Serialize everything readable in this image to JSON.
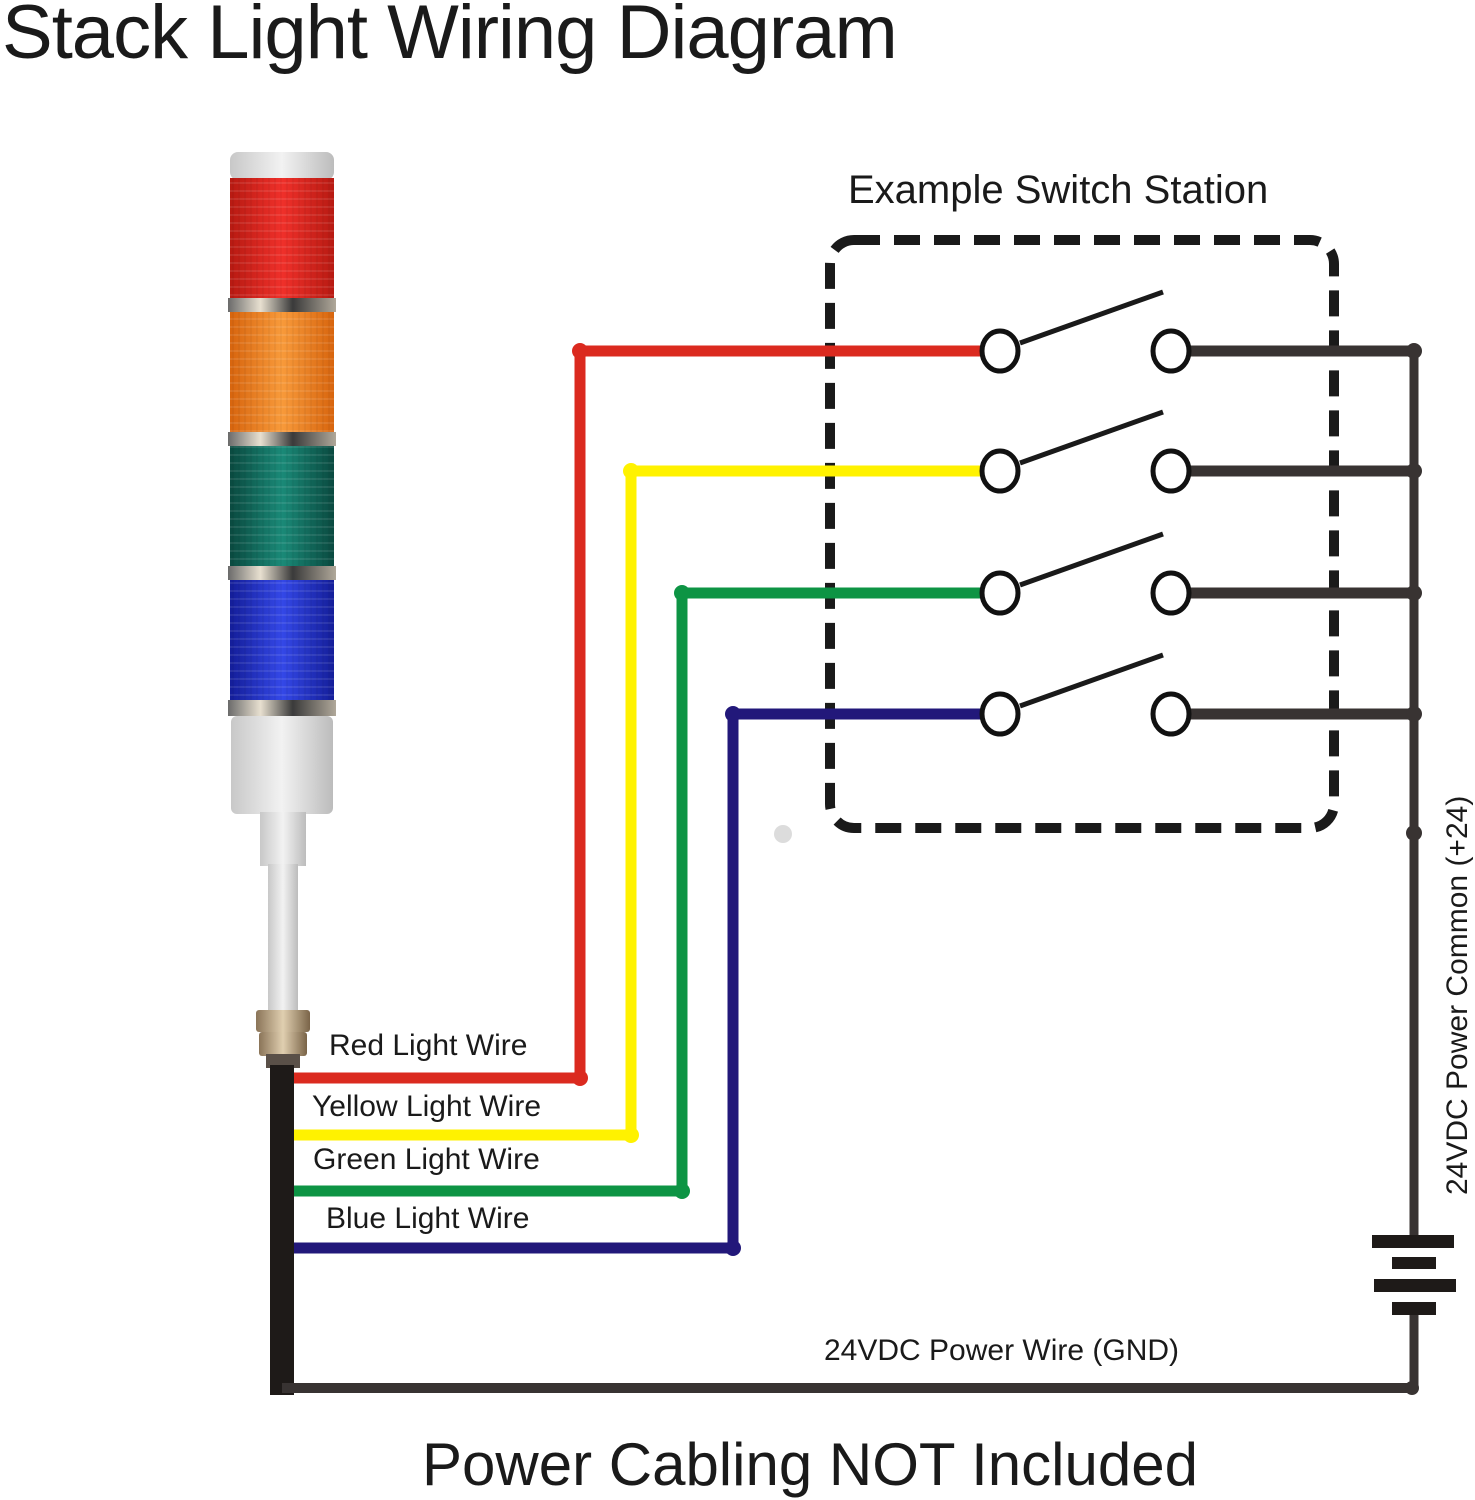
{
  "title": "Stack Light Wiring Diagram",
  "switch_station": {
    "title": "Example Switch Station",
    "switches": [
      {
        "id": "red",
        "state": "open"
      },
      {
        "id": "yellow",
        "state": "open"
      },
      {
        "id": "green",
        "state": "open"
      },
      {
        "id": "blue",
        "state": "open"
      }
    ]
  },
  "stack_light": {
    "tiers": [
      {
        "name": "red",
        "color": "#e0231a"
      },
      {
        "name": "amber",
        "color": "#f0821e"
      },
      {
        "name": "green",
        "color": "#0f6e5e"
      },
      {
        "name": "blue",
        "color": "#1e2ec8"
      }
    ]
  },
  "wires": [
    {
      "id": "red",
      "label": "Red Light Wire",
      "color": "#db2a1f"
    },
    {
      "id": "yellow",
      "label": "Yellow Light Wire",
      "color": "#fff200"
    },
    {
      "id": "green",
      "label": "Green Light Wire",
      "color": "#0d9444"
    },
    {
      "id": "blue",
      "label": "Blue Light Wire",
      "color": "#22187a"
    }
  ],
  "power": {
    "common_label": "24VDC Power Common (+24)",
    "gnd_label": "24VDC Power Wire (GND)",
    "wire_color": "#383332"
  },
  "footer": "Power Cabling NOT Included"
}
